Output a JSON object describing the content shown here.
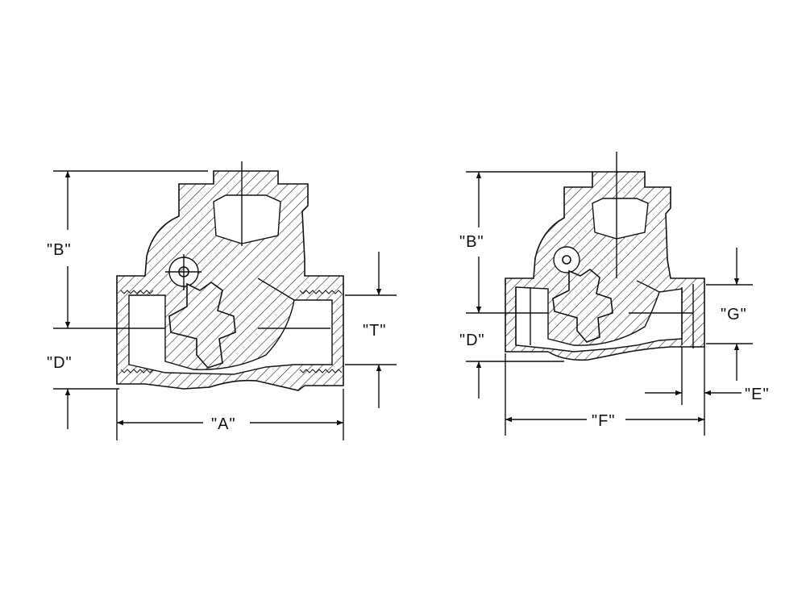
{
  "views": {
    "threaded": {
      "labels": {
        "B": "\"B\"",
        "D": "\"D\"",
        "T": "\"T\"",
        "A": "\"A\""
      }
    },
    "socket_weld": {
      "labels": {
        "B": "\"B\"",
        "D": "\"D\"",
        "G": "\"G\"",
        "E": "\"E\"",
        "F": "\"F\""
      }
    }
  },
  "colors": {
    "line": "#111111",
    "background": "#ffffff"
  }
}
